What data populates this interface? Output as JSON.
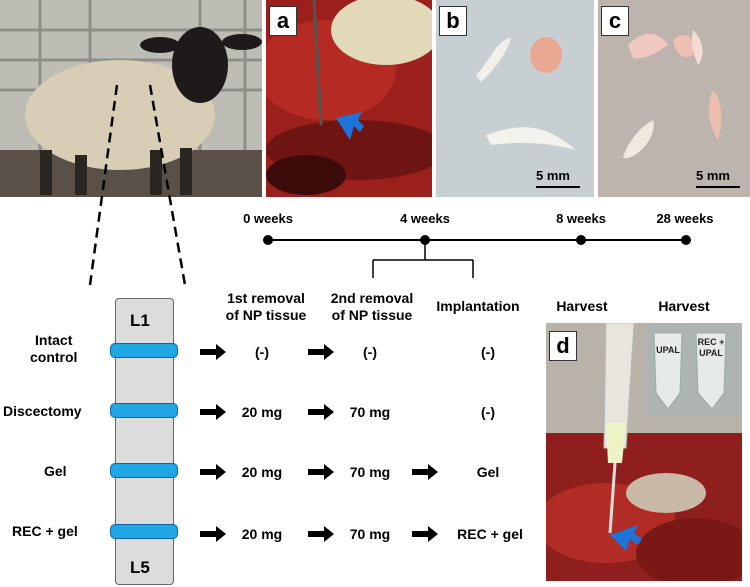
{
  "panels": {
    "a": {
      "letter": "a"
    },
    "b": {
      "letter": "b",
      "scale": "5 mm"
    },
    "c": {
      "letter": "c",
      "scale": "5 mm"
    },
    "d": {
      "letter": "d",
      "tube1": "UPAL",
      "tube2": "REC +\nUPAL"
    }
  },
  "spine": {
    "top": "L1",
    "bottom": "L5"
  },
  "timeline": {
    "points": [
      "0 weeks",
      "4 weeks",
      "8 weeks",
      "28 weeks"
    ]
  },
  "headers": {
    "col1": "1st removal\nof NP tissue",
    "col2": "2nd removal\nof NP tissue",
    "col3": "Implantation",
    "col4": "Harvest",
    "col5": "Harvest"
  },
  "rows": [
    {
      "label": "Intact\ncontrol",
      "first": "(-)",
      "second": "(-)",
      "implant": "(-)"
    },
    {
      "label": "Discectomy",
      "first": "20 mg",
      "second": "70 mg",
      "implant": "(-)"
    },
    {
      "label": "Gel",
      "first": "20 mg",
      "second": "70 mg",
      "implant": "Gel"
    },
    {
      "label": "REC + gel",
      "first": "20 mg",
      "second": "70 mg",
      "implant": "REC + gel"
    }
  ],
  "colors": {
    "disc": "#21a6e4",
    "arrow_blue": "#1e73d8"
  }
}
